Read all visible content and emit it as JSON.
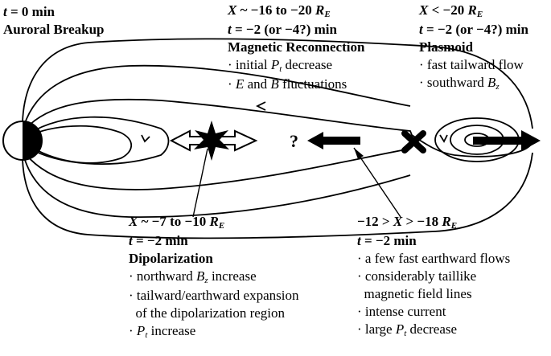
{
  "breakup": {
    "time_var": "t",
    "time_rest": " = 0 min",
    "title": "Auroral Breakup"
  },
  "reconnection": {
    "loc_var": "X",
    "loc_rest": " ~ −16 to −20 ",
    "loc_unit": "R",
    "loc_sub": "E",
    "time_var": "t",
    "time_rest": " = −2 (or −4?) min",
    "title": "Magnetic Reconnection",
    "item1_pre": "· initial ",
    "item1_var": "P",
    "item1_sub": "t",
    "item1_post": " decrease",
    "item2_pre": "· ",
    "item2_e": "E",
    "item2_mid": " and ",
    "item2_b": "B",
    "item2_post": " fluctuations"
  },
  "plasmoid": {
    "loc_var": "X",
    "loc_rest": " < −20 ",
    "loc_unit": "R",
    "loc_sub": "E",
    "time_var": "t",
    "time_rest": " = −2 (or −4?) min",
    "title": "Plasmoid",
    "item1": "· fast tailward flow",
    "item2_pre": "· southward ",
    "item2_var": "B",
    "item2_sub": "z"
  },
  "dipolarization": {
    "loc_var": "X",
    "loc_rest": " ~ −7 to −10 ",
    "loc_unit": "R",
    "loc_sub": "E",
    "time_var": "t",
    "time_rest": " = −2 min",
    "title": "Dipolarization",
    "item1_pre": "· northward ",
    "item1_var": "B",
    "item1_sub": "z",
    "item1_post": " increase",
    "item2": "· tailward/earthward expansion",
    "item3": "  of the dipolarization region",
    "item4_pre": "· ",
    "item4_var": "P",
    "item4_sub": "t",
    "item4_post": " increase"
  },
  "nearearth": {
    "loc_pre": "−12 > ",
    "loc_var": "X",
    "loc_rest": " > −18 ",
    "loc_unit": "R",
    "loc_sub": "E",
    "time_var": "t",
    "time_rest": " = −2 min",
    "item1": "· a few fast earthward flows",
    "item2": "· considerably taillike",
    "item3": "  magnetic field lines",
    "item4": "· intense current",
    "item5_pre": "· large ",
    "item5_var": "P",
    "item5_sub": "t",
    "item5_post": " decrease"
  },
  "question_mark": "?"
}
